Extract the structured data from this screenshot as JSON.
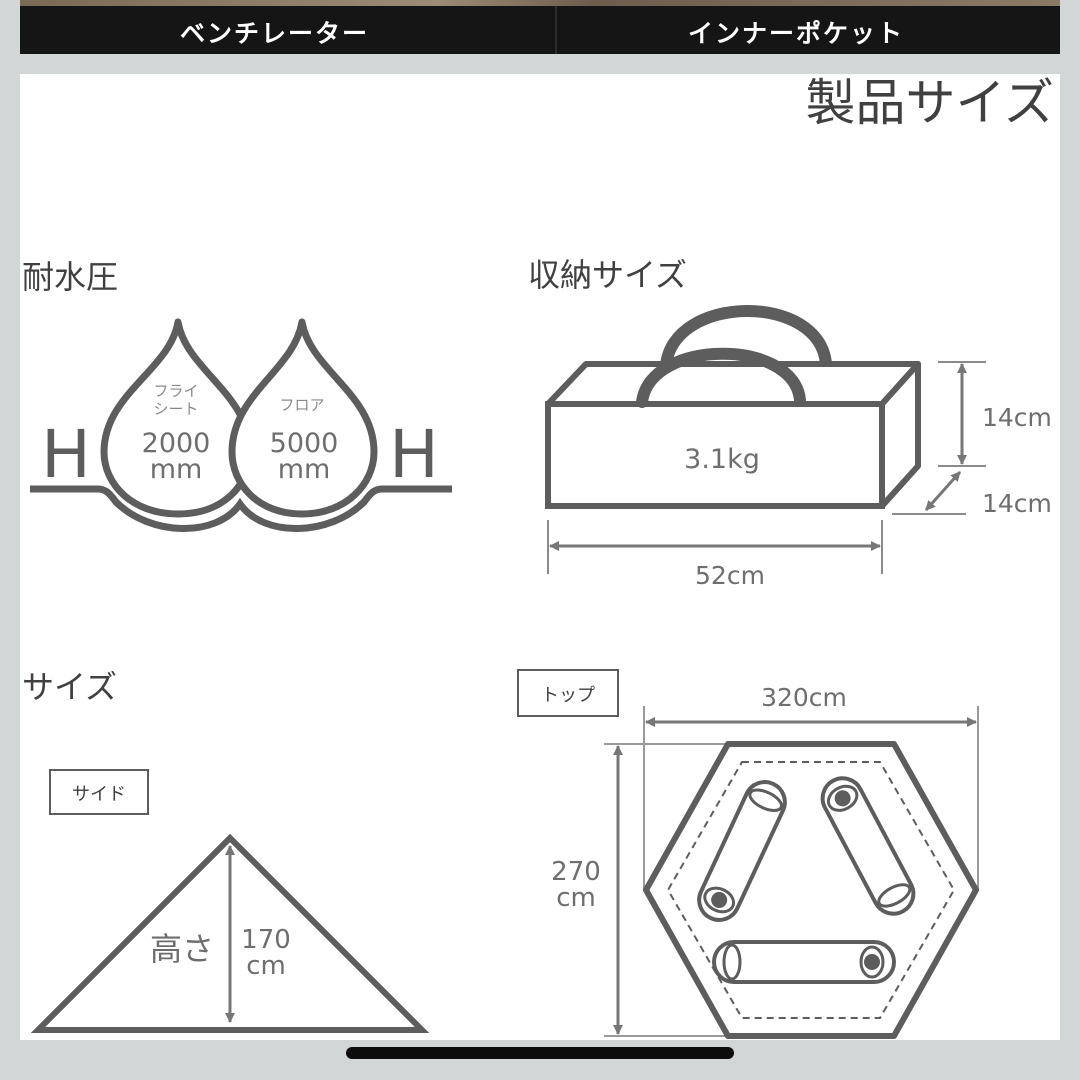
{
  "top_bar": {
    "left_label": "ベンチレーター",
    "right_label": "インナーポケット"
  },
  "page_title": "製品サイズ",
  "water_pressure": {
    "heading": "耐水圧",
    "drop_left": {
      "label_line1": "フライ",
      "label_line2": "シート",
      "value": "2000",
      "unit": "mm"
    },
    "drop_right": {
      "label": "フロア",
      "value": "5000",
      "unit": "mm"
    },
    "h_left": "H",
    "h_right": "H"
  },
  "storage": {
    "heading": "収納サイズ",
    "weight": "3.1kg",
    "height": "14cm",
    "depth": "14cm",
    "width": "52cm"
  },
  "size": {
    "heading": "サイズ",
    "side_badge": "サイド",
    "height_label": "高さ",
    "height_value": "170",
    "height_unit": "cm",
    "top_badge": "トップ",
    "top_width": "320cm",
    "top_depth_value": "270",
    "top_depth_unit": "cm"
  },
  "colors": {
    "line": "#5d5d5d",
    "text": "#6e6e6e",
    "heading": "#404040",
    "bar": "#151515"
  }
}
